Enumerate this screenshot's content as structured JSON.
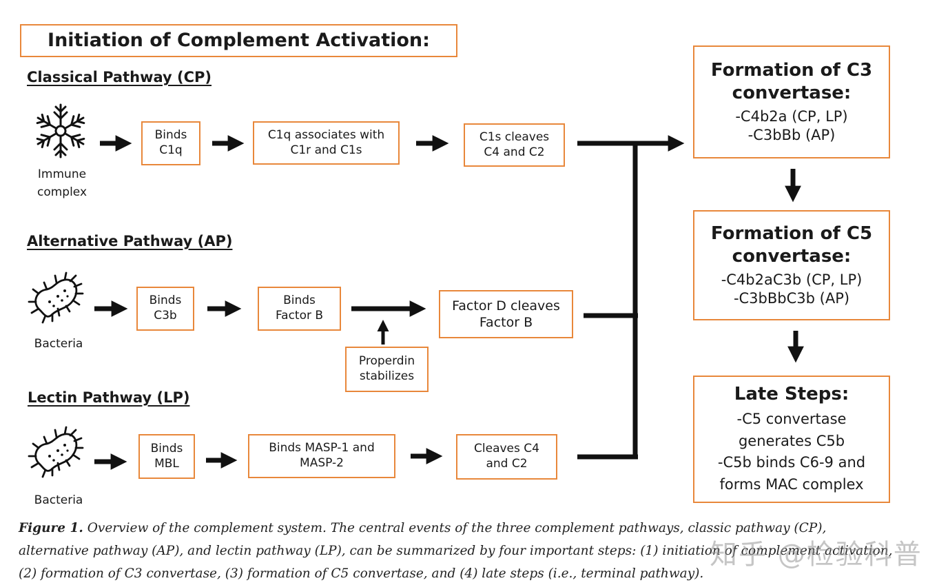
{
  "title": "Initiation of Complement Activation:",
  "pathways": {
    "cp": {
      "heading": "Classical Pathway (CP)",
      "source_lines": [
        "Immune",
        "complex"
      ],
      "source_icon": "snowflake-icon",
      "steps": [
        [
          "Binds",
          "C1q"
        ],
        [
          "C1q associates with",
          "C1r and C1s"
        ],
        [
          "C1s cleaves",
          "C4 and C2"
        ]
      ]
    },
    "ap": {
      "heading": "Alternative Pathway (AP)",
      "source_lines": [
        "Bacteria"
      ],
      "source_icon": "bacteria-icon",
      "steps": [
        [
          "Binds",
          "C3b"
        ],
        [
          "Binds",
          "Factor B"
        ],
        [
          "Factor D cleaves",
          "Factor B"
        ]
      ],
      "stabilizer": [
        "Properdin",
        "stabilizes"
      ]
    },
    "lp": {
      "heading": "Lectin Pathway (LP)",
      "source_lines": [
        "Bacteria"
      ],
      "source_icon": "bacteria-icon",
      "steps": [
        [
          "Binds",
          "MBL"
        ],
        [
          "Binds MASP-1 and",
          "MASP-2"
        ],
        [
          "Cleaves C4",
          "and C2"
        ]
      ]
    }
  },
  "right_column": {
    "c3": {
      "title": [
        "Formation of C3",
        "convertase:"
      ],
      "lines": [
        "-C4b2a (CP, LP)",
        "-C3bBb (AP)"
      ]
    },
    "c5": {
      "title": [
        "Formation of C5",
        "convertase:"
      ],
      "lines": [
        "-C4b2aC3b (CP, LP)",
        "-C3bBbC3b (AP)"
      ]
    },
    "late": {
      "title": [
        "Late Steps:"
      ],
      "lines": [
        "-C5 convertase",
        "generates C5b",
        "-C5b binds C6-9 and",
        "forms MAC complex"
      ]
    }
  },
  "caption": {
    "label": "Figure 1.",
    "text": "Overview of the complement system. The central events of the three complement pathways, classic pathway (CP), alternative pathway (AP), and lectin pathway (LP), can be summarized by four important steps: (1) initiation of complement activation, (2) formation of C3 convertase, (3) formation of C5 convertase, and (4) late steps (i.e., terminal pathway)."
  },
  "watermark": "知乎 @检验科普",
  "colors": {
    "box_border": "#e8873a",
    "arrow": "#111111"
  }
}
